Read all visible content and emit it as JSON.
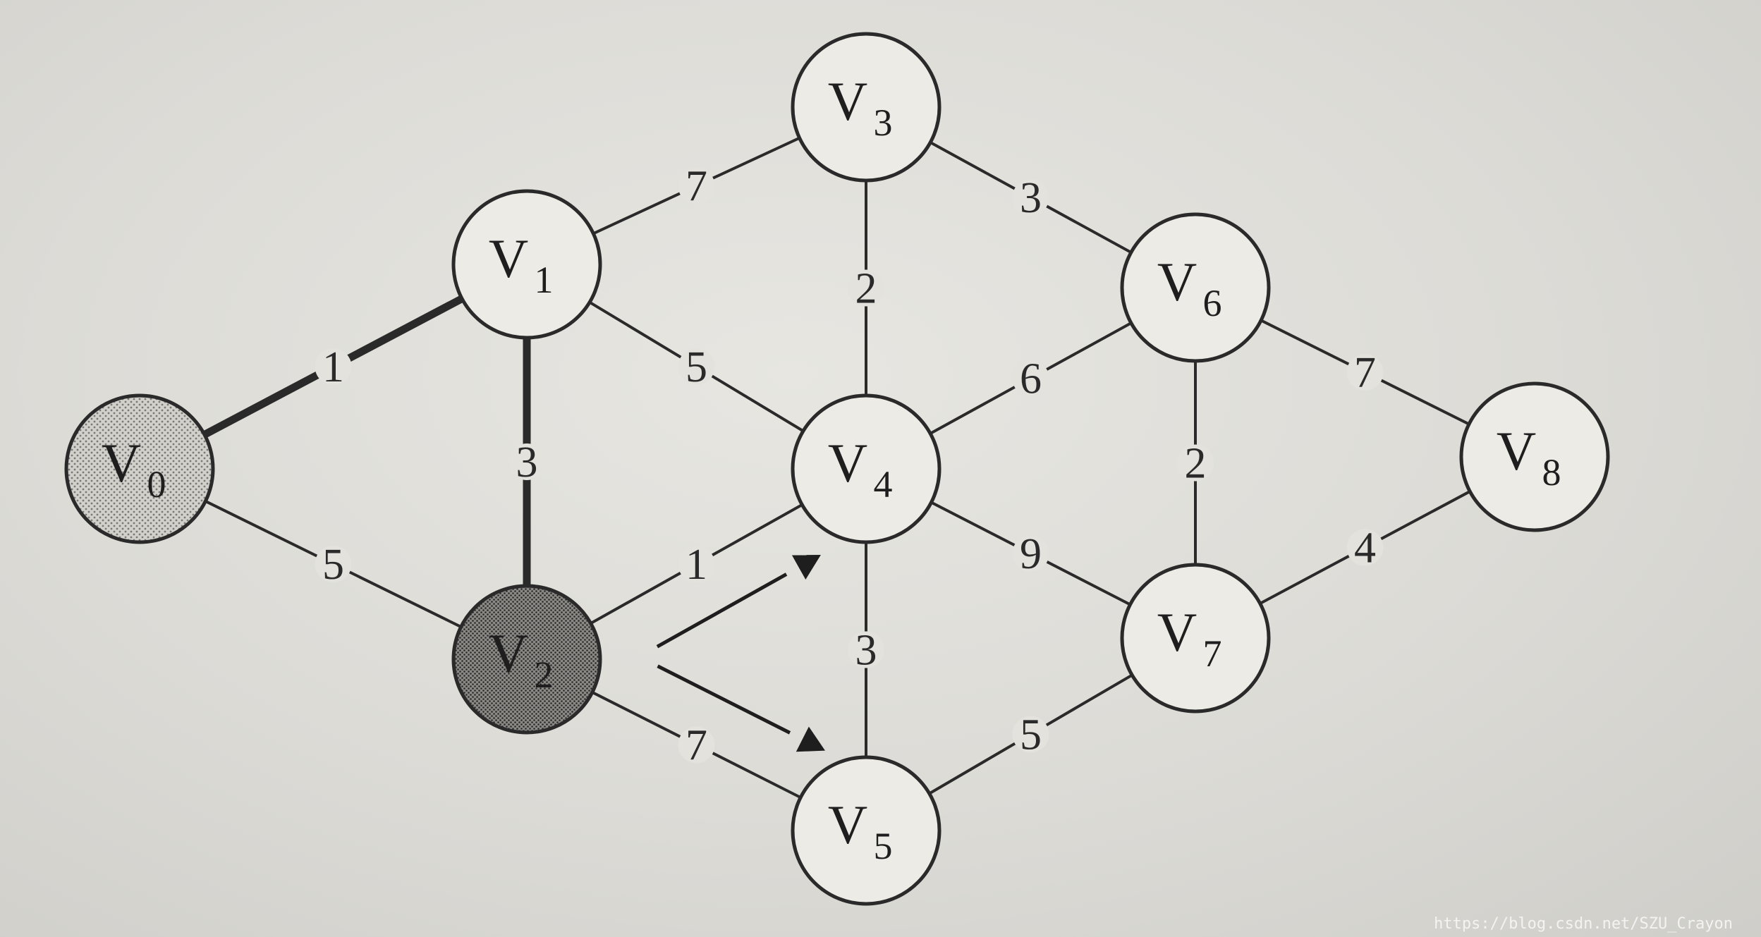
{
  "diagram": {
    "nodes": [
      {
        "id": "v0",
        "letter": "V",
        "sub": "0",
        "shade": "light"
      },
      {
        "id": "v1",
        "letter": "V",
        "sub": "1",
        "shade": "none"
      },
      {
        "id": "v2",
        "letter": "V",
        "sub": "2",
        "shade": "dark"
      },
      {
        "id": "v3",
        "letter": "V",
        "sub": "3",
        "shade": "none"
      },
      {
        "id": "v4",
        "letter": "V",
        "sub": "4",
        "shade": "none"
      },
      {
        "id": "v5",
        "letter": "V",
        "sub": "5",
        "shade": "none"
      },
      {
        "id": "v6",
        "letter": "V",
        "sub": "6",
        "shade": "none"
      },
      {
        "id": "v7",
        "letter": "V",
        "sub": "7",
        "shade": "none"
      },
      {
        "id": "v8",
        "letter": "V",
        "sub": "8",
        "shade": "none"
      }
    ],
    "edges": [
      {
        "from": "v0",
        "to": "v1",
        "weight": "1",
        "bold": true
      },
      {
        "from": "v0",
        "to": "v2",
        "weight": "5",
        "bold": false
      },
      {
        "from": "v1",
        "to": "v2",
        "weight": "3",
        "bold": true
      },
      {
        "from": "v1",
        "to": "v3",
        "weight": "7",
        "bold": false
      },
      {
        "from": "v1",
        "to": "v4",
        "weight": "5",
        "bold": false
      },
      {
        "from": "v2",
        "to": "v4",
        "weight": "1",
        "bold": false
      },
      {
        "from": "v2",
        "to": "v5",
        "weight": "7",
        "bold": false
      },
      {
        "from": "v3",
        "to": "v4",
        "weight": "2",
        "bold": false
      },
      {
        "from": "v3",
        "to": "v6",
        "weight": "3",
        "bold": false
      },
      {
        "from": "v4",
        "to": "v5",
        "weight": "3",
        "bold": false
      },
      {
        "from": "v4",
        "to": "v6",
        "weight": "6",
        "bold": false
      },
      {
        "from": "v4",
        "to": "v7",
        "weight": "9",
        "bold": false
      },
      {
        "from": "v5",
        "to": "v7",
        "weight": "5",
        "bold": false
      },
      {
        "from": "v6",
        "to": "v7",
        "weight": "2",
        "bold": false
      },
      {
        "from": "v6",
        "to": "v8",
        "weight": "7",
        "bold": false
      },
      {
        "from": "v7",
        "to": "v8",
        "weight": "4",
        "bold": false
      }
    ],
    "arrows": [
      {
        "from": "v2",
        "toward": "v4"
      },
      {
        "from": "v2",
        "toward": "v5"
      }
    ],
    "colors": {
      "stroke": "#2a2a2a",
      "node_fill": "#ecebe6",
      "light_fill": "#c9c8c3",
      "dark_fill": "#8a8985"
    }
  },
  "watermark": "https://blog.csdn.net/SZU_Crayon"
}
